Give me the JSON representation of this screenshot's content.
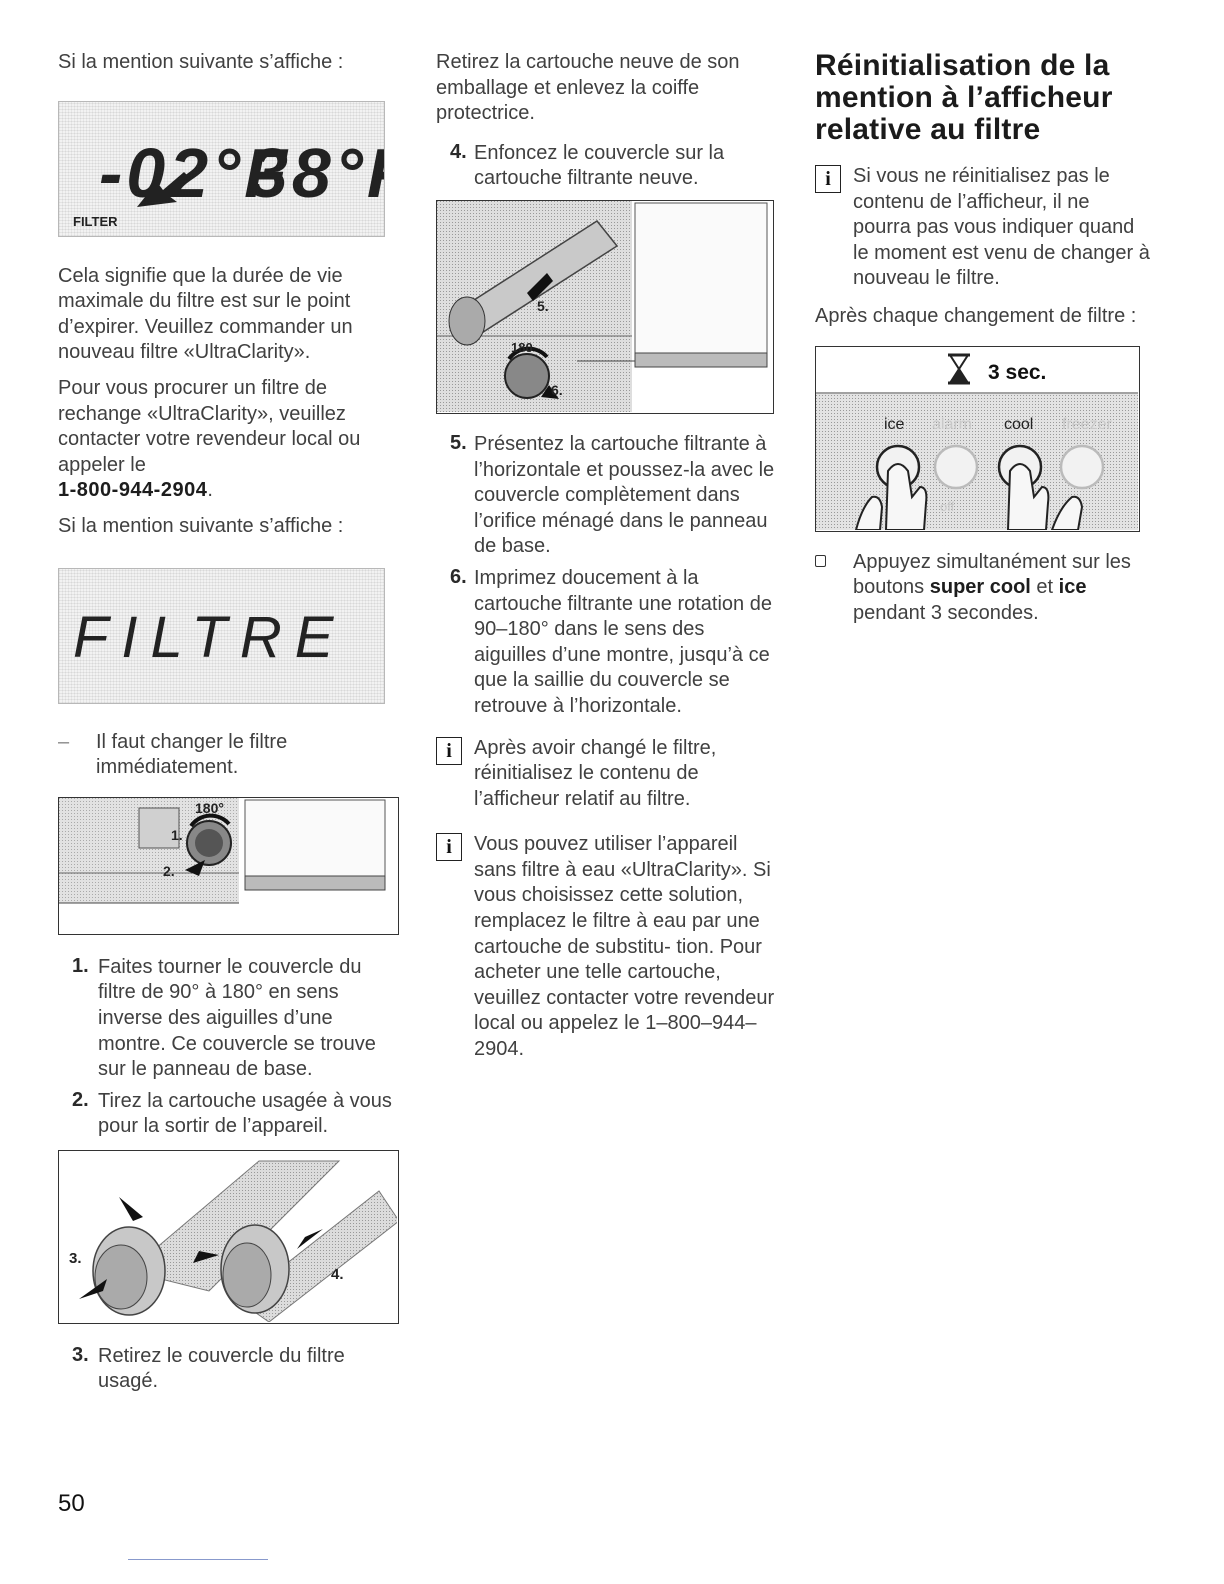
{
  "col1": {
    "intro1": "Si la mention suivante s’affiche :",
    "lcd1": {
      "temp1": "-02°F",
      "temp2": "38°F",
      "filter_label": "FILTER"
    },
    "para1": "Cela signifie que la durée de vie maximale du filtre est sur le point d’expirer. Veuillez commander un nouveau filtre «UltraClarity».",
    "para2": "Pour vous procurer un filtre de rechange «UltraClarity», veuillez contacter votre revendeur local ou appeler le",
    "phone": "1-800-944-2904",
    "phone_suffix": ".",
    "intro2": "Si la mention suivante s’affiche :",
    "lcd2": {
      "text": "FILTRE"
    },
    "dash_item": "Il faut changer le filtre immédiatement.",
    "fig_a": {
      "angle": "180°",
      "label1": "1.",
      "label2": "2."
    },
    "step1_num": "1.",
    "step1": "Faites tourner le couvercle du filtre de 90° à 180° en sens inverse des aiguilles d’une montre. Ce couvercle se trouve sur le panneau de base.",
    "step2_num": "2.",
    "step2": "Tirez la cartouche usagée à vous pour la sortir de l’appareil.",
    "fig_b": {
      "label3": "3.",
      "label4": "4."
    },
    "step3_num": "3.",
    "step3": "Retirez le couvercle du filtre usagé."
  },
  "col2": {
    "para1": "Retirez la cartouche neuve de son emballage et enlevez la coiffe protectrice.",
    "step4_num": "4.",
    "step4": "Enfoncez le couvercle sur la cartouche filtrante neuve.",
    "fig_c": {
      "label5": "5.",
      "angle": "180",
      "label6": "6."
    },
    "step5_num": "5.",
    "step5": "Présentez la cartouche filtrante à l’horizontale et poussez-la avec le couvercle complètement dans l’orifice ménagé dans le panneau de base.",
    "step6_num": "6.",
    "step6": "Imprimez doucement à la cartouche filtrante une rotation de 90–180° dans le sens des aiguilles d’une montre, jusqu’à ce que la saillie du couvercle se retrouve à l’horizontale.",
    "info1": "Après avoir changé le filtre, réinitialisez le contenu de l’afficheur relatif au filtre.",
    "info2": "Vous pouvez utiliser l’appareil sans filtre à eau «UltraClarity». Si vous choisissez cette solution, remplacez le filtre à eau par une cartouche de substitu- tion. Pour acheter une telle cartouche, veuillez contacter votre revendeur local ou appelez le 1–800–944–2904."
  },
  "col3": {
    "title": "Réinitialisation de la mention à l’afficheur relative au filtre",
    "info": "Si vous ne réinitialisez pas le contenu de l’afficheur, il ne pourra pas vous indiquer quand le moment est venu de changer à nouveau le filtre.",
    "after_change": "Après chaque changement de filtre :",
    "panel": {
      "timer": "3 sec.",
      "buttons": [
        "ice",
        "alarm",
        "cool",
        "freezer"
      ],
      "off_label": "off"
    },
    "check_pre": "Appuyez simultanément sur les boutons ",
    "check_bold1": "super cool",
    "check_mid": " et ",
    "check_bold2": "ice",
    "check_post": " pendant 3 secondes."
  },
  "info_icon": "i",
  "dash": "–",
  "page_number": "50"
}
